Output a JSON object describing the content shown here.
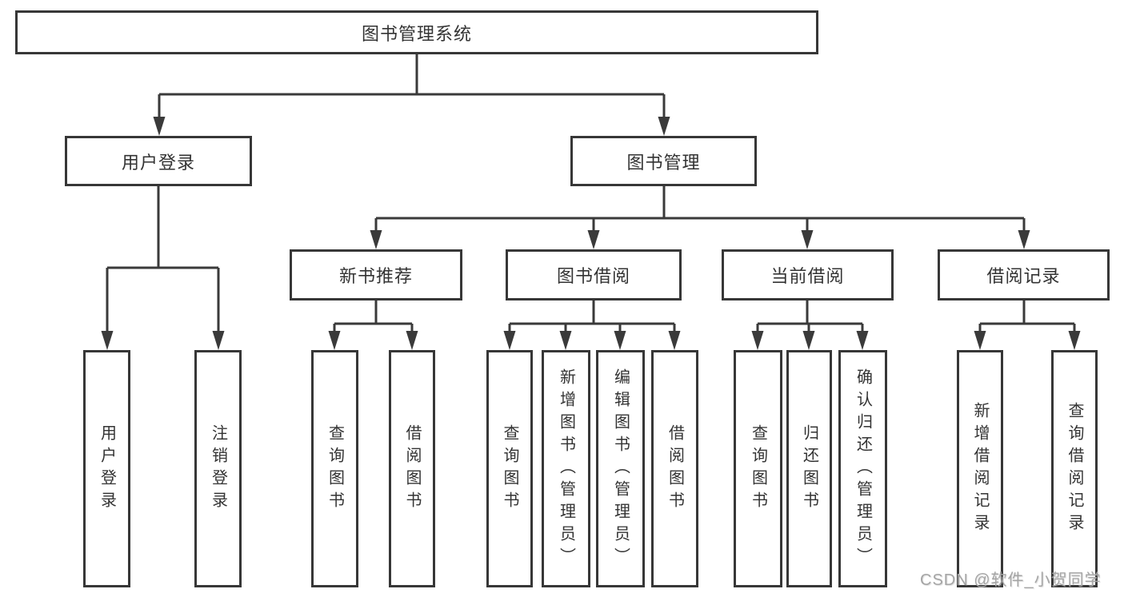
{
  "diagram": {
    "root": {
      "label": "图书管理系统"
    },
    "branches": [
      {
        "label": "用户登录",
        "children": [
          {
            "label": "用户登录"
          },
          {
            "label": "注销登录"
          }
        ]
      },
      {
        "label": "图书管理",
        "children": [
          {
            "label": "新书推荐",
            "children": [
              {
                "label": "查询图书"
              },
              {
                "label": "借阅图书"
              }
            ]
          },
          {
            "label": "图书借阅",
            "children": [
              {
                "label": "查询图书"
              },
              {
                "label": "新增图书（管理员）"
              },
              {
                "label": "编辑图书（管理员）"
              },
              {
                "label": "借阅图书"
              }
            ]
          },
          {
            "label": "当前借阅",
            "children": [
              {
                "label": "查询图书"
              },
              {
                "label": "归还图书"
              },
              {
                "label": "确认归还（管理员）"
              }
            ]
          },
          {
            "label": "借阅记录",
            "children": [
              {
                "label": "新增借阅记录"
              },
              {
                "label": "查询借阅记录"
              }
            ]
          }
        ]
      }
    ]
  },
  "watermark": {
    "text": "CSDN @软件_小贺同学"
  },
  "colors": {
    "line": "#3a3a3a",
    "border": "#373737",
    "text": "#333333",
    "background": "#ffffff",
    "watermark": "#a5a5a5"
  }
}
